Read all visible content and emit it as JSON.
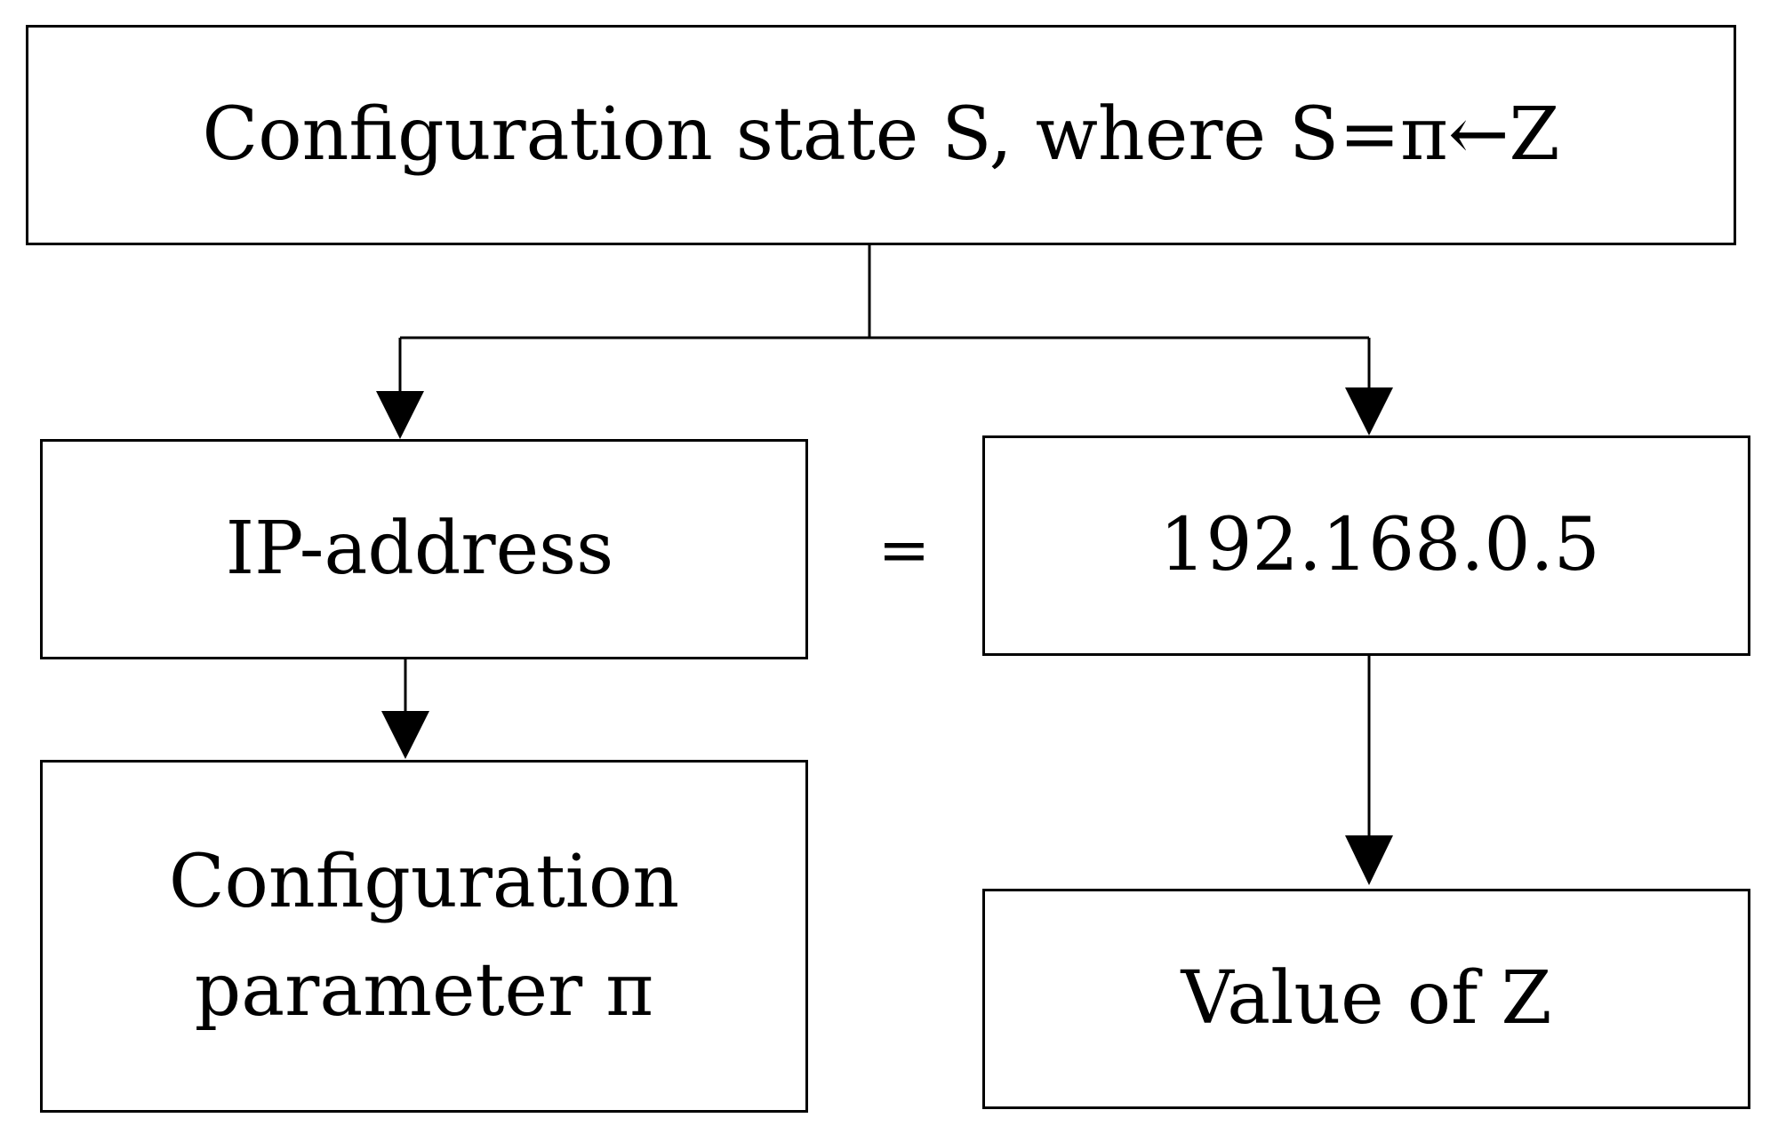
{
  "diagram": {
    "top_box": {
      "text": "Configuration state S, where S=π←Z"
    },
    "ip_box": {
      "text": "IP-address"
    },
    "equals": {
      "symbol": "="
    },
    "value_box": {
      "text": "192.168.0.5"
    },
    "param_box": {
      "line1": "Configuration",
      "line2": "parameter π"
    },
    "z_box": {
      "text": "Value of Z"
    },
    "colors": {
      "stroke": "#000000",
      "background": "#ffffff"
    }
  }
}
